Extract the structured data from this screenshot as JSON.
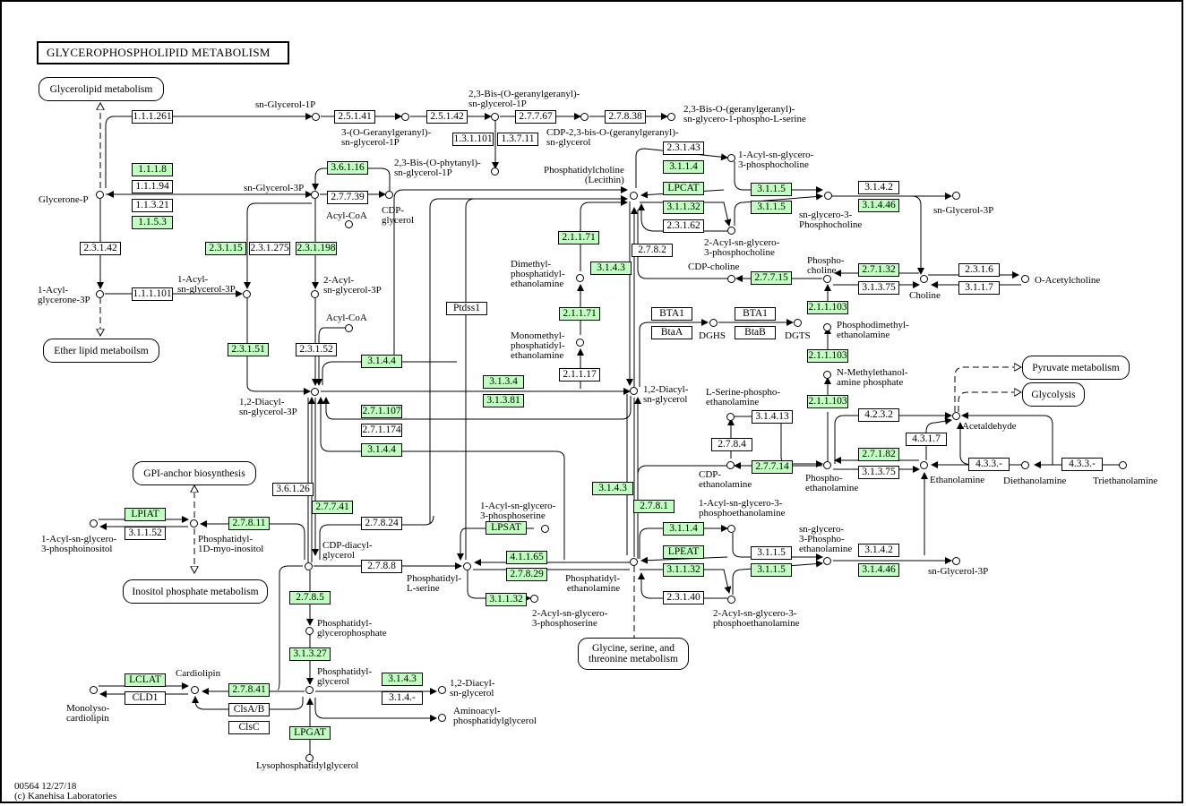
{
  "title": "GLYCEROPHOSPHOLIPID  METABOLISM",
  "colors": {
    "highlight": "#bfffbf",
    "line": "#000000",
    "background": "#ffffff"
  },
  "footer": {
    "id_date": "00564 12/27/18",
    "copyright": "(c) Kanehisa Laboratories"
  },
  "map_links": {
    "glycerolipid": "Glycerolipid metabolism",
    "ether": "Ether lipid metaboilsm",
    "gpi": "GPI-anchor biosynthesis",
    "inositol": "Inositol phosphate metabolism",
    "glycine": "Glycine, serine, and\nthreonine metabolism",
    "pyruvate": "Pyruvate metabolism",
    "glycolysis": "Glycolysis"
  },
  "compounds": {
    "sn_glycerol_1p": "sn-Glycerol-1P",
    "geranyl_glycerol_1p": "3-(O-Geranylgeranyl)-\nsn-glycerol-1P",
    "bis_geranyl": "2,3-Bis-(O-geranylgeranyl)-\nsn-glycerol-1P",
    "cdp_bis": "CDP-2,3-bis-O-(geranylgeranyl)-\nsn-glycerol",
    "bis_serine": "2,3-Bis-O-(geranylgeranyl)-\nsn-glycero-1-phospho-L-serine",
    "bis_phytanyl": "2,3-Bis-(O-phytanyl)-\nsn-glycerol-1P",
    "glycerone_p": "Glycerone-P",
    "sn_glycerol_3p": "sn-Glycerol-3P",
    "cdp_glycerol": "CDP-\nglycerol",
    "acyl_coa_1": "Acyl-CoA",
    "acyl_coa_2": "Acyl-CoA",
    "acyl_glycerone": "1-Acyl-\nglycerone-3P",
    "acyl_sn_g3p": "1-Acyl-\nsn-glycerol-3P",
    "acyl2_sn_g3p": "2-Acyl-\nsn-glycerol-3P",
    "diacyl_g3p": "1,2-Diacyl-\nsn-glycerol-3P",
    "pc": "Phosphatidylcholine\n(Lecithin)",
    "lpc1": "1-Acyl-sn-glycero-\n3-phosphocholine",
    "lpc2": "2-Acyl-sn-glycero-\n3-phosphocholine",
    "gpc": "sn-glycero-3-\nPhosphocholine",
    "sn_g3p_r1": "sn-Glycerol-3P",
    "cdp_choline": "CDP-choline",
    "phosphocholine": "Phospho-\ncholine",
    "choline": "Choline",
    "acetylcholine": "O-Acetylcholine",
    "dmpe": "Dimethyl-\nphosphatidyl-\nethanolamine",
    "mmpe": "Monomethyl-\nphosphatidyl-\nethanolamine",
    "dag": "1,2-Diacyl-\nsn-glycerol",
    "dghs": "DGHS",
    "dgts": "DGTS",
    "pdme": "Phosphodimethyl-\nethanolamine",
    "nme": "N-Methylethanol-\namine phosphate",
    "serine_pe": "L-Serine-phospho-\nethanolamine",
    "cdp_etn": "CDP-\nethanolamine",
    "phosphoetn": "Phospho-\nethanolamine",
    "ethanolamine": "Ethanolamine",
    "acetaldehyde": "Acetaldehyde",
    "diethanolamine": "Diethanolamine",
    "triethanolamine": "Triethanolamine",
    "lpi": "1-Acyl-sn-glycero-\n3-phosphoinositol",
    "pi": "Phosphatidyl-\n1D-myo-inositol",
    "cdp_dag": "CDP-diacyl-\nglycerol",
    "ps": "Phosphatidyl-\nL-serine",
    "lps1": "1-Acyl-sn-glycero-\n3-phosphoserine",
    "lps2": "2-Acyl-sn-glycero-\n3-phosphoserine",
    "pe": "Phosphatidyl-\nethanolamine",
    "lpe1": "1-Acyl-sn-glycero-3-\nphosphoethanolamine",
    "lpe2": "2-Acyl-sn-glycero-3-\nphosphoethanolamine",
    "gpe": "sn-glycero-\n3-Phospho-\nethanolamine",
    "sn_g3p_r2": "sn-Glycerol-3P",
    "pgp": "Phosphatidyl-\nglycerophosphate",
    "pg": "Phosphatidyl-\nglycerol",
    "cardiolipin": "Cardiolipin",
    "mlcl": "Monolyso-\ncardiolipin",
    "dag2": "1,2-Diacyl-\nsn-glycerol",
    "aminoacyl_pg": "Aminoacyl-\nphosphatidylglycerol",
    "lpg": "Lysophosphatidylglycerol"
  },
  "enzymes": [
    {
      "id": "e1",
      "label": "1.1.1.261",
      "hl": false
    },
    {
      "id": "e2",
      "label": "2.5.1.41",
      "hl": false
    },
    {
      "id": "e3",
      "label": "2.5.1.42",
      "hl": false
    },
    {
      "id": "e4",
      "label": "2.7.7.67",
      "hl": false
    },
    {
      "id": "e5",
      "label": "2.7.8.38",
      "hl": false
    },
    {
      "id": "e6",
      "label": "1.3.1.101",
      "hl": false
    },
    {
      "id": "e7",
      "label": "1.3.7.11",
      "hl": false
    },
    {
      "id": "e8",
      "label": "1.1.1.8",
      "hl": true
    },
    {
      "id": "e9",
      "label": "1.1.1.94",
      "hl": false
    },
    {
      "id": "e10",
      "label": "1.1.3.21",
      "hl": false
    },
    {
      "id": "e11",
      "label": "1.1.5.3",
      "hl": true
    },
    {
      "id": "e12",
      "label": "3.6.1.16",
      "hl": true
    },
    {
      "id": "e13",
      "label": "2.7.7.39",
      "hl": false
    },
    {
      "id": "e14",
      "label": "2.3.1.42",
      "hl": false
    },
    {
      "id": "e15",
      "label": "2.3.1.15",
      "hl": true
    },
    {
      "id": "e16",
      "label": "2.3.1.275",
      "hl": false
    },
    {
      "id": "e17",
      "label": "2.3.1.198",
      "hl": true
    },
    {
      "id": "e18",
      "label": "1.1.1.101",
      "hl": false
    },
    {
      "id": "e19",
      "label": "2.3.1.51",
      "hl": true
    },
    {
      "id": "e20",
      "label": "2.3.1.52",
      "hl": false
    },
    {
      "id": "e21",
      "label": "3.1.4.4",
      "hl": true
    },
    {
      "id": "e22",
      "label": "2.7.1.107",
      "hl": true
    },
    {
      "id": "e23",
      "label": "2.7.1.174",
      "hl": false
    },
    {
      "id": "e24",
      "label": "3.1.4.4",
      "hl": true
    },
    {
      "id": "e25",
      "label": "3.1.3.4",
      "hl": true
    },
    {
      "id": "e26",
      "label": "3.1.3.81",
      "hl": true
    },
    {
      "id": "e27",
      "label": "Ptdss1",
      "hl": false
    },
    {
      "id": "e28",
      "label": "2.1.1.71",
      "hl": true
    },
    {
      "id": "e29",
      "label": "3.1.4.3",
      "hl": true
    },
    {
      "id": "e30",
      "label": "2.1.1.71",
      "hl": true
    },
    {
      "id": "e31",
      "label": "2.1.1.17",
      "hl": false
    },
    {
      "id": "e32",
      "label": "2.7.8.2",
      "hl": false
    },
    {
      "id": "e33",
      "label": "2.3.1.43",
      "hl": false
    },
    {
      "id": "e34",
      "label": "3.1.1.4",
      "hl": true
    },
    {
      "id": "e35",
      "label": "LPCAT",
      "hl": true
    },
    {
      "id": "e36",
      "label": "3.1.1.32",
      "hl": true
    },
    {
      "id": "e37",
      "label": "2.3.1.62",
      "hl": false
    },
    {
      "id": "e38",
      "label": "3.1.1.5",
      "hl": true
    },
    {
      "id": "e39",
      "label": "3.1.1.5",
      "hl": true
    },
    {
      "id": "e40",
      "label": "3.1.4.2",
      "hl": false
    },
    {
      "id": "e41",
      "label": "3.1.4.46",
      "hl": true
    },
    {
      "id": "e42",
      "label": "2.7.7.15",
      "hl": true
    },
    {
      "id": "e43",
      "label": "2.7.1.32",
      "hl": true
    },
    {
      "id": "e44",
      "label": "3.1.3.75",
      "hl": false
    },
    {
      "id": "e45",
      "label": "2.3.1.6",
      "hl": false
    },
    {
      "id": "e46",
      "label": "3.1.1.7",
      "hl": false
    },
    {
      "id": "e47",
      "label": "BTA1",
      "hl": false
    },
    {
      "id": "e48",
      "label": "BtaA",
      "hl": false
    },
    {
      "id": "e49",
      "label": "BTA1",
      "hl": false
    },
    {
      "id": "e50",
      "label": "BtaB",
      "hl": false
    },
    {
      "id": "e51",
      "label": "2.1.1.103",
      "hl": true
    },
    {
      "id": "e52",
      "label": "2.1.1.103",
      "hl": true
    },
    {
      "id": "e53",
      "label": "2.1.1.103",
      "hl": true
    },
    {
      "id": "e54",
      "label": "3.1.4.13",
      "hl": false
    },
    {
      "id": "e55",
      "label": "2.7.8.4",
      "hl": false
    },
    {
      "id": "e56",
      "label": "2.7.7.14",
      "hl": true
    },
    {
      "id": "e57",
      "label": "4.2.3.2",
      "hl": false
    },
    {
      "id": "e58",
      "label": "4.3.1.7",
      "hl": false
    },
    {
      "id": "e59",
      "label": "2.7.1.82",
      "hl": true
    },
    {
      "id": "e60",
      "label": "3.1.3.75",
      "hl": false
    },
    {
      "id": "e61",
      "label": "4.3.3.-",
      "hl": false
    },
    {
      "id": "e62",
      "label": "4.3.3.-",
      "hl": false
    },
    {
      "id": "e63",
      "label": "3.6.1.26",
      "hl": false
    },
    {
      "id": "e64",
      "label": "2.7.7.41",
      "hl": true
    },
    {
      "id": "e65",
      "label": "2.7.8.24",
      "hl": false
    },
    {
      "id": "e66",
      "label": "LPIAT",
      "hl": true
    },
    {
      "id": "e67",
      "label": "3.1.1.52",
      "hl": false
    },
    {
      "id": "e68",
      "label": "2.7.8.11",
      "hl": true
    },
    {
      "id": "e69",
      "label": "2.7.8.8",
      "hl": false
    },
    {
      "id": "e70",
      "label": "LPSAT",
      "hl": true
    },
    {
      "id": "e71",
      "label": "4.1.1.65",
      "hl": true
    },
    {
      "id": "e72",
      "label": "2.7.8.29",
      "hl": true
    },
    {
      "id": "e73",
      "label": "3.1.1.32",
      "hl": true
    },
    {
      "id": "e74",
      "label": "3.1.4.3",
      "hl": true
    },
    {
      "id": "e75",
      "label": "2.7.8.1",
      "hl": true
    },
    {
      "id": "e76",
      "label": "3.1.1.4",
      "hl": true
    },
    {
      "id": "e77",
      "label": "LPEAT",
      "hl": true
    },
    {
      "id": "e78",
      "label": "3.1.1.32",
      "hl": true
    },
    {
      "id": "e79",
      "label": "2.3.1.40",
      "hl": false
    },
    {
      "id": "e80",
      "label": "3.1.1.5",
      "hl": false
    },
    {
      "id": "e81",
      "label": "3.1.1.5",
      "hl": true
    },
    {
      "id": "e82",
      "label": "3.1.4.2",
      "hl": false
    },
    {
      "id": "e83",
      "label": "3.1.4.46",
      "hl": true
    },
    {
      "id": "e84",
      "label": "2.7.8.5",
      "hl": true
    },
    {
      "id": "e85",
      "label": "3.1.3.27",
      "hl": true
    },
    {
      "id": "e86",
      "label": "3.1.4.3",
      "hl": true
    },
    {
      "id": "e87",
      "label": "3.1.4.-",
      "hl": false
    },
    {
      "id": "e88",
      "label": "LCLAT",
      "hl": true
    },
    {
      "id": "e89",
      "label": "CLD1",
      "hl": false
    },
    {
      "id": "e90",
      "label": "2.7.8.41",
      "hl": true
    },
    {
      "id": "e91",
      "label": "ClsA/B",
      "hl": false
    },
    {
      "id": "e92",
      "label": "ClsC",
      "hl": false
    },
    {
      "id": "e93",
      "label": "LPGAT",
      "hl": true
    }
  ]
}
